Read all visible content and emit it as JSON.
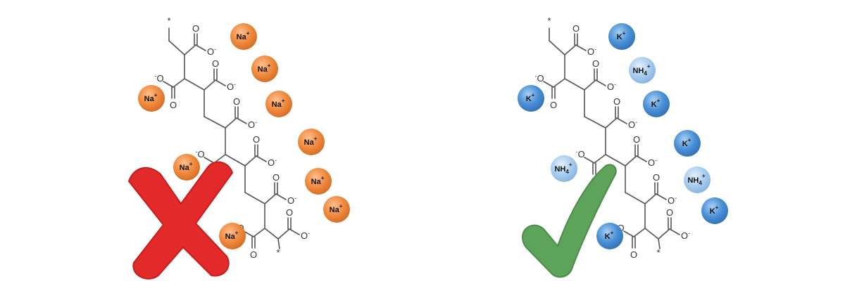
{
  "colors": {
    "na": "#ef8a3e",
    "k": "#4a90d6",
    "nh4": "#a8cdef",
    "cross": "#e32a2a",
    "check": "#5ea35a",
    "bond": "#555555"
  },
  "labels": {
    "carboxylate_o": "O",
    "carboxylate_charge": "-",
    "end_group": "*"
  },
  "panels": [
    {
      "name": "left",
      "verdict_icon": "cross-icon",
      "ions": [
        {
          "label": "Na",
          "charge": "+",
          "kind": "na"
        },
        {
          "label": "Na",
          "charge": "+",
          "kind": "na"
        },
        {
          "label": "Na",
          "charge": "+",
          "kind": "na"
        },
        {
          "label": "Na",
          "charge": "+",
          "kind": "na"
        },
        {
          "label": "Na",
          "charge": "+",
          "kind": "na"
        },
        {
          "label": "Na",
          "charge": "+",
          "kind": "na"
        },
        {
          "label": "Na",
          "charge": "+",
          "kind": "na"
        },
        {
          "label": "Na",
          "charge": "+",
          "kind": "na"
        },
        {
          "label": "Na",
          "charge": "+",
          "kind": "na"
        }
      ]
    },
    {
      "name": "right",
      "verdict_icon": "checkmark-icon",
      "ions": [
        {
          "label": "K",
          "charge": "+",
          "kind": "k"
        },
        {
          "label": "NH",
          "sub": "4",
          "charge": "+",
          "kind": "nh4"
        },
        {
          "label": "K",
          "charge": "+",
          "kind": "k"
        },
        {
          "label": "K",
          "charge": "+",
          "kind": "k"
        },
        {
          "label": "K",
          "charge": "+",
          "kind": "k"
        },
        {
          "label": "NH",
          "sub": "4",
          "charge": "+",
          "kind": "nh4"
        },
        {
          "label": "NH",
          "sub": "4",
          "charge": "+",
          "kind": "nh4"
        },
        {
          "label": "K",
          "charge": "+",
          "kind": "k"
        },
        {
          "label": "K",
          "charge": "+",
          "kind": "k"
        }
      ]
    }
  ]
}
